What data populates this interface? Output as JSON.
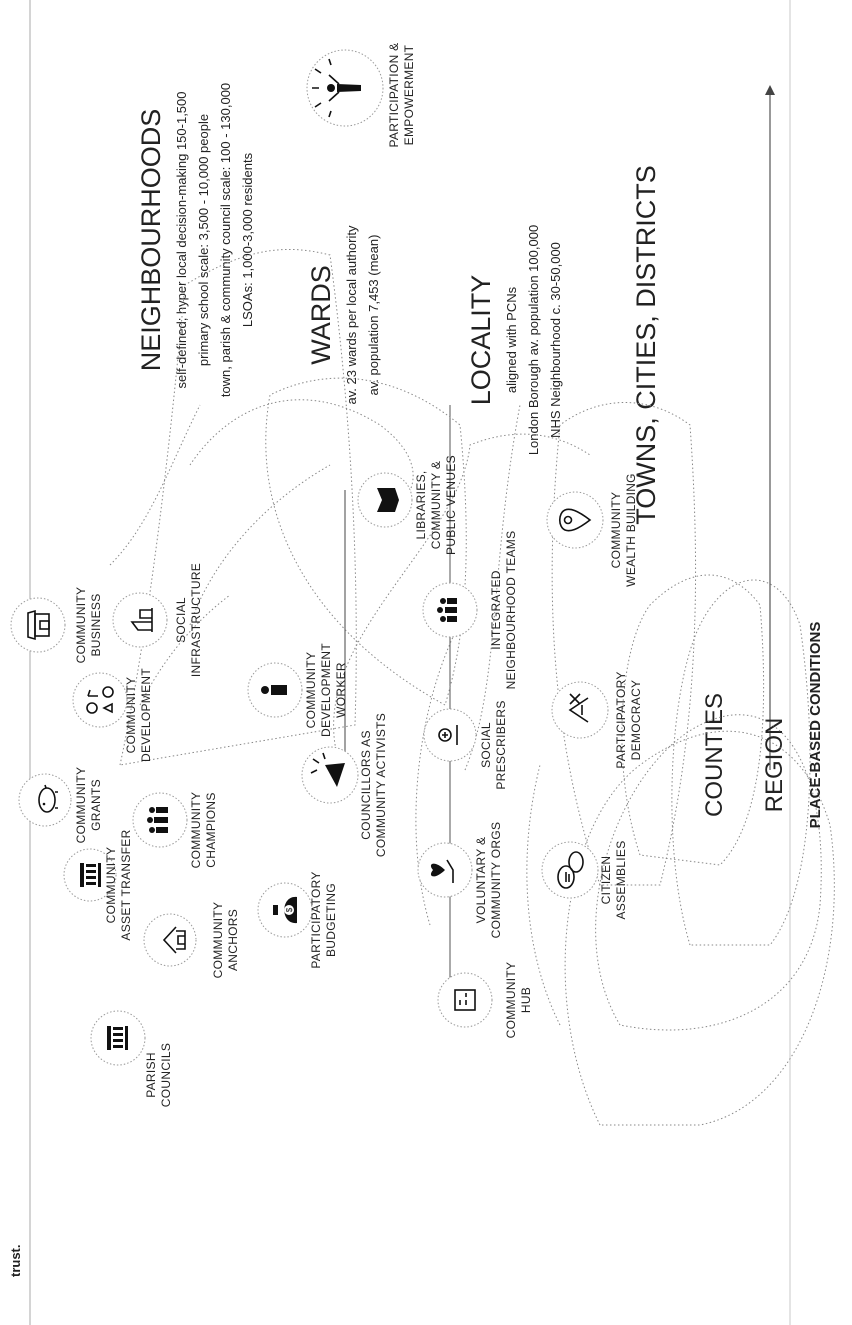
{
  "header": {
    "fragment": "trust."
  },
  "axis": {
    "label_lines": [
      "PARTICIPATION &",
      "EMPOWERMENT"
    ]
  },
  "footer": {
    "title": "PLACE-BASED CONDITIONS"
  },
  "scales": {
    "neighbourhoods": {
      "title": "NEIGHBOURHOODS",
      "lines": [
        "self-defined; hyper local decision-making 150-1,500",
        "primary school scale: 3,500 - 10,000 people",
        "town, parish & community council scale: 100 - 130,000",
        "LSOAs: 1,000-3,000 residents"
      ]
    },
    "wards": {
      "title": "WARDS",
      "lines": [
        "av. 23 wards per local authority",
        "av. population 7,453 (mean)"
      ]
    },
    "locality": {
      "title": "LOCALITY",
      "lines": [
        "aligned with PCNs",
        "London Borough av. population 100,000",
        "NHS Neighbourhood c. 30-50,000"
      ]
    },
    "towns": {
      "title": "TOWNS, CITIES, DISTRICTS"
    },
    "counties": {
      "title": "COUNTIES"
    },
    "region": {
      "title": "REGION"
    }
  },
  "nodes": [
    {
      "id": "parish-councils",
      "icon": "town-hall-icon",
      "lines": [
        "PARISH",
        "COUNCILS"
      ]
    },
    {
      "id": "community-anchors",
      "icon": "anchor-house-icon",
      "lines": [
        "COMMUNITY",
        "ANCHORS"
      ]
    },
    {
      "id": "community-asset-transfer",
      "icon": "building-transfer-icon",
      "lines": [
        "COMMUNITY",
        "ASSET TRANSFER"
      ]
    },
    {
      "id": "community-grants",
      "icon": "piggy-bank-icon",
      "lines": [
        "COMMUNITY",
        "GRANTS"
      ]
    },
    {
      "id": "community-champions",
      "icon": "group-people-icon",
      "lines": [
        "COMMUNITY",
        "CHAMPIONS"
      ]
    },
    {
      "id": "community-development",
      "icon": "activities-icon",
      "lines": [
        "COMMUNITY",
        "DEVELOPMENT"
      ]
    },
    {
      "id": "community-business",
      "icon": "shopfront-icon",
      "lines": [
        "COMMUNITY",
        "BUSINESS"
      ]
    },
    {
      "id": "social-infrastructure",
      "icon": "buildings-icon",
      "lines": [
        "SOCIAL",
        "INFRASTRUCTURE"
      ]
    },
    {
      "id": "participatory-budgeting",
      "icon": "money-bag-icon",
      "lines": [
        "PARTICIPATORY",
        "BUDGETING"
      ]
    },
    {
      "id": "councillors-activists",
      "icon": "megaphone-icon",
      "lines": [
        "COUNCILLORS AS",
        "COMMUNITY ACTIVISTS"
      ]
    },
    {
      "id": "community-development-worker",
      "icon": "person-icon",
      "lines": [
        "COMMUNITY",
        "DEVELOPMENT",
        "WORKER"
      ]
    },
    {
      "id": "community-hub",
      "icon": "hub-building-icon",
      "lines": [
        "COMMUNITY",
        "HUB"
      ]
    },
    {
      "id": "voluntary-community-orgs",
      "icon": "heart-hand-icon",
      "lines": [
        "VOLUNTARY &",
        "COMMUNITY ORGS"
      ]
    },
    {
      "id": "social-prescribers",
      "icon": "prescription-icon",
      "lines": [
        "SOCIAL",
        "PRESCRIBERS"
      ]
    },
    {
      "id": "integrated-neighbourhood-teams",
      "icon": "team-icon",
      "lines": [
        "INTEGRATED",
        "NEIGHBOURHOOD TEAMS"
      ]
    },
    {
      "id": "libraries-public-venues",
      "icon": "book-icon",
      "lines": [
        "LIBRARIES,",
        "COMMUNITY &",
        "PUBLIC VENUES"
      ]
    },
    {
      "id": "citizen-assemblies",
      "icon": "speech-bubbles-icon",
      "lines": [
        "CITIZEN",
        "ASSEMBLIES"
      ]
    },
    {
      "id": "participatory-democracy",
      "icon": "voting-icon",
      "lines": [
        "PARTICIPATORY",
        "DEMOCRACY"
      ]
    },
    {
      "id": "community-wealth-building",
      "icon": "location-pin-icon",
      "lines": [
        "COMMUNITY",
        "WEALTH BUILDING"
      ]
    },
    {
      "id": "participation-empowerment",
      "icon": "empowerment-icon",
      "lines": []
    }
  ],
  "colors": {
    "ink": "#111111",
    "guide": "#999999",
    "text": "#222222"
  }
}
